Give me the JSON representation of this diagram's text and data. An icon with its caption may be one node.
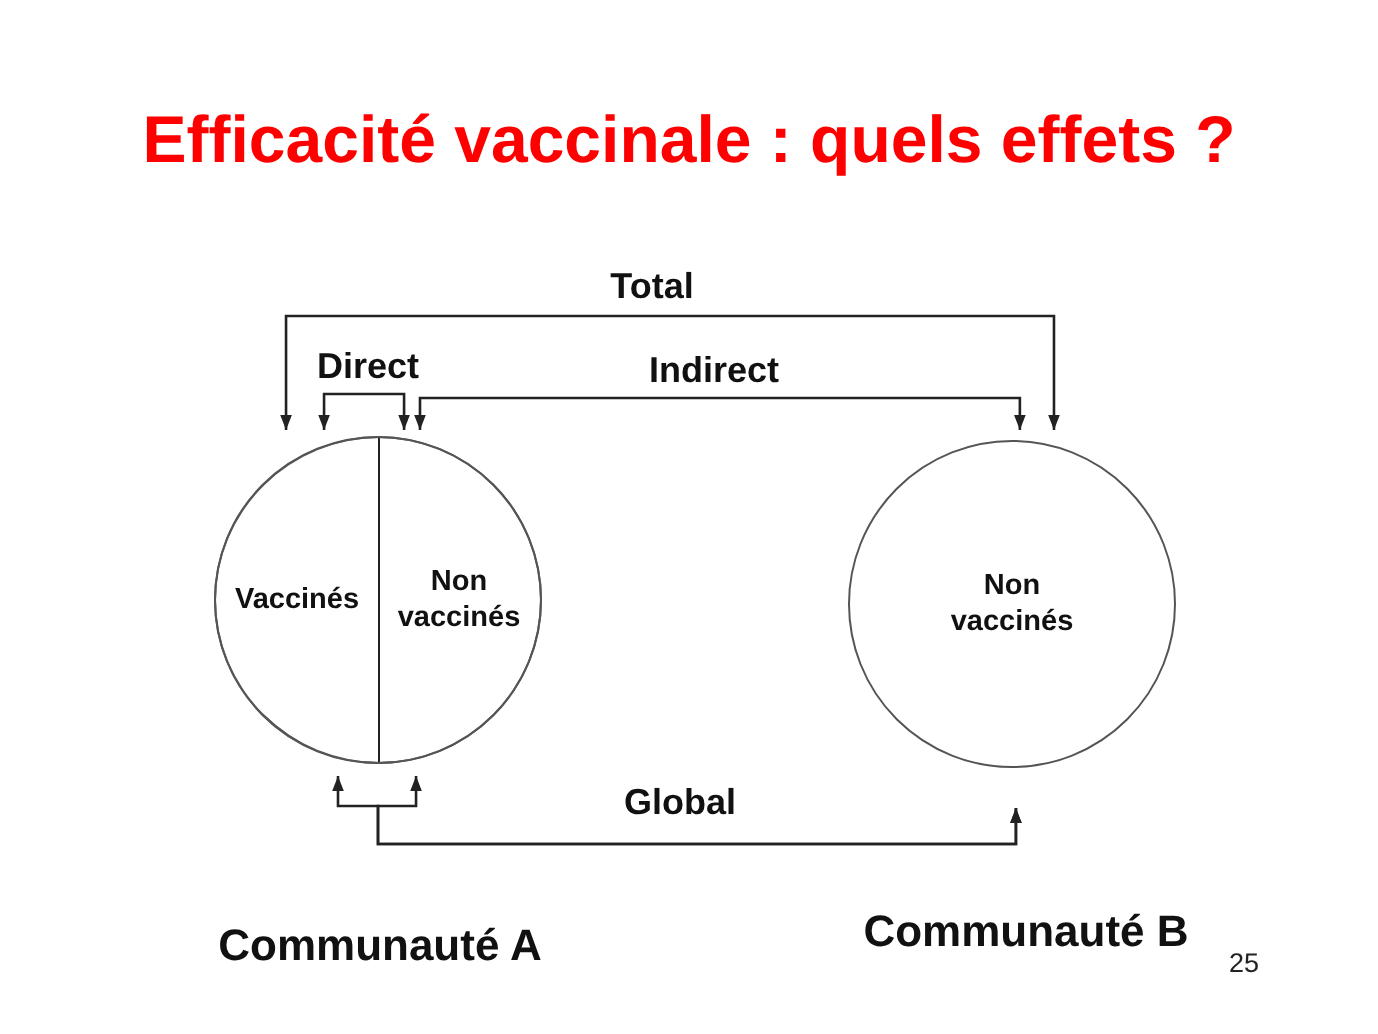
{
  "diagram": {
    "title": "Efficacité vaccinale : quels effets ?",
    "nodes": [
      {
        "text": [],
        "shape": "circle",
        "beside": [
          "Communauté A"
        ]
      },
      {
        "text": [
          "Vaccinés"
        ],
        "in": 0
      },
      {
        "text": [
          "Non vaccinés"
        ],
        "in": 0
      },
      {
        "text": [
          "Non vaccinés"
        ],
        "beside": [
          "Communauté B"
        ]
      }
    ],
    "edges": [
      {
        "from": 1,
        "to": 3,
        "arrow": "both",
        "label": "Total"
      },
      {
        "from": 1,
        "to": 2,
        "arrow": "both",
        "label": "Direct"
      },
      {
        "from": 2,
        "to": 3,
        "arrow": "both",
        "label": "Indirect"
      },
      {
        "from": 1,
        "to": 3,
        "arrow": "both",
        "label": "Global"
      },
      {
        "from": 2,
        "to": 3,
        "arrow": "both"
      }
    ],
    "labels": [
      "25"
    ]
  }
}
